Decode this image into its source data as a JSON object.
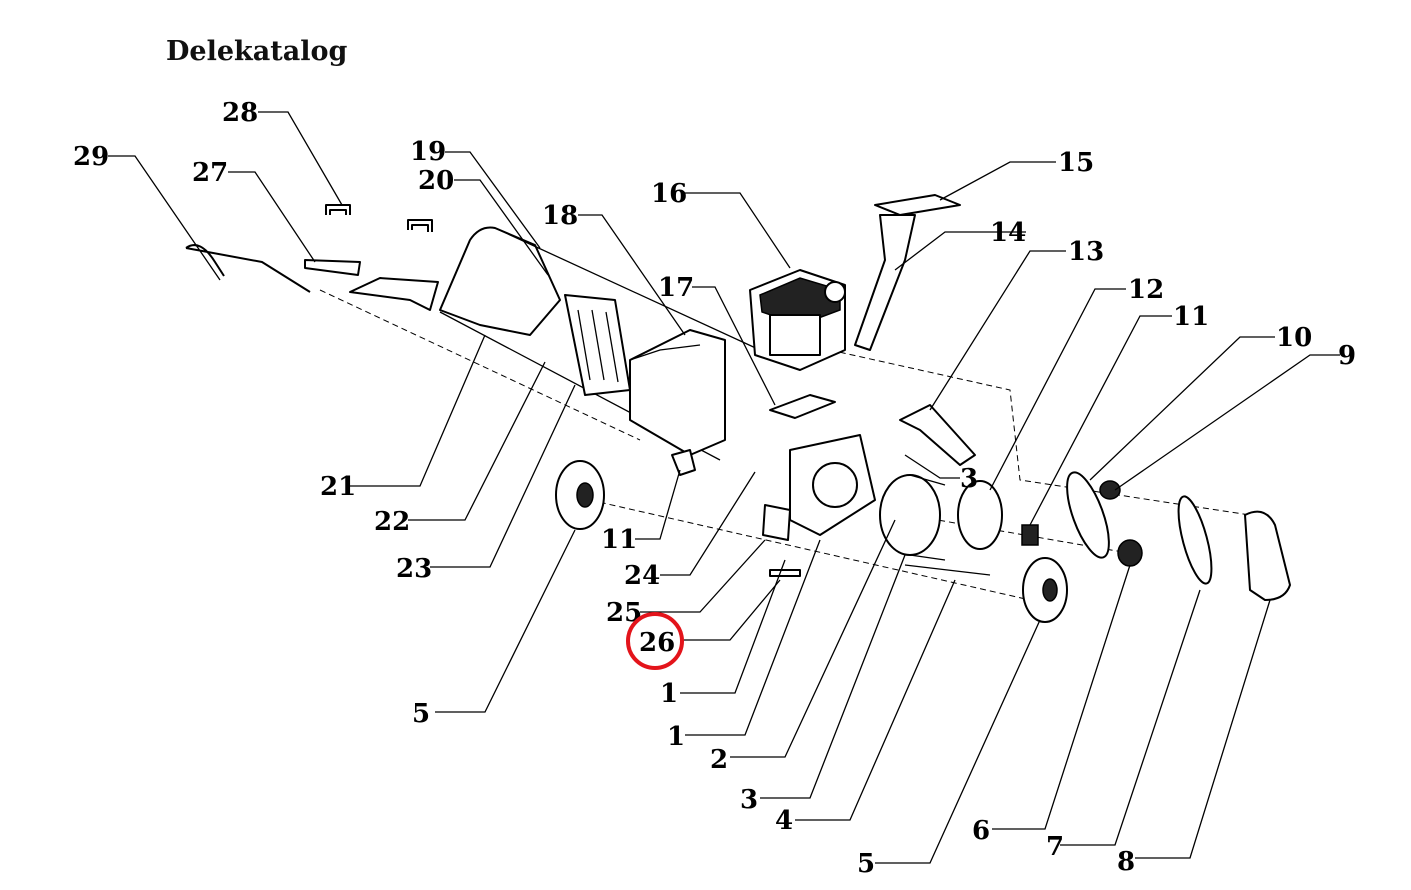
{
  "title": "Delekatalog",
  "highlight_color": "#e3141b",
  "highlighted_callout": "26",
  "callouts": [
    {
      "id": "c29",
      "label": "29"
    },
    {
      "id": "c28",
      "label": "28"
    },
    {
      "id": "c27",
      "label": "27"
    },
    {
      "id": "c19",
      "label": "19"
    },
    {
      "id": "c20",
      "label": "20"
    },
    {
      "id": "c18",
      "label": "18"
    },
    {
      "id": "c16",
      "label": "16"
    },
    {
      "id": "c17",
      "label": "17"
    },
    {
      "id": "c15",
      "label": "15"
    },
    {
      "id": "c14",
      "label": "14"
    },
    {
      "id": "c13",
      "label": "13"
    },
    {
      "id": "c12",
      "label": "12"
    },
    {
      "id": "c11a",
      "label": "11"
    },
    {
      "id": "c10",
      "label": "10"
    },
    {
      "id": "c9",
      "label": "9"
    },
    {
      "id": "c3a",
      "label": "3"
    },
    {
      "id": "c21",
      "label": "21"
    },
    {
      "id": "c22",
      "label": "22"
    },
    {
      "id": "c23",
      "label": "23"
    },
    {
      "id": "c11b",
      "label": "11"
    },
    {
      "id": "c24",
      "label": "24"
    },
    {
      "id": "c25",
      "label": "25"
    },
    {
      "id": "c26",
      "label": "26"
    },
    {
      "id": "c1a",
      "label": "1"
    },
    {
      "id": "c1b",
      "label": "1"
    },
    {
      "id": "c5a",
      "label": "5"
    },
    {
      "id": "c2",
      "label": "2"
    },
    {
      "id": "c3b",
      "label": "3"
    },
    {
      "id": "c4",
      "label": "4"
    },
    {
      "id": "c6",
      "label": "6"
    },
    {
      "id": "c7",
      "label": "7"
    },
    {
      "id": "c8",
      "label": "8"
    },
    {
      "id": "c5b",
      "label": "5"
    }
  ]
}
